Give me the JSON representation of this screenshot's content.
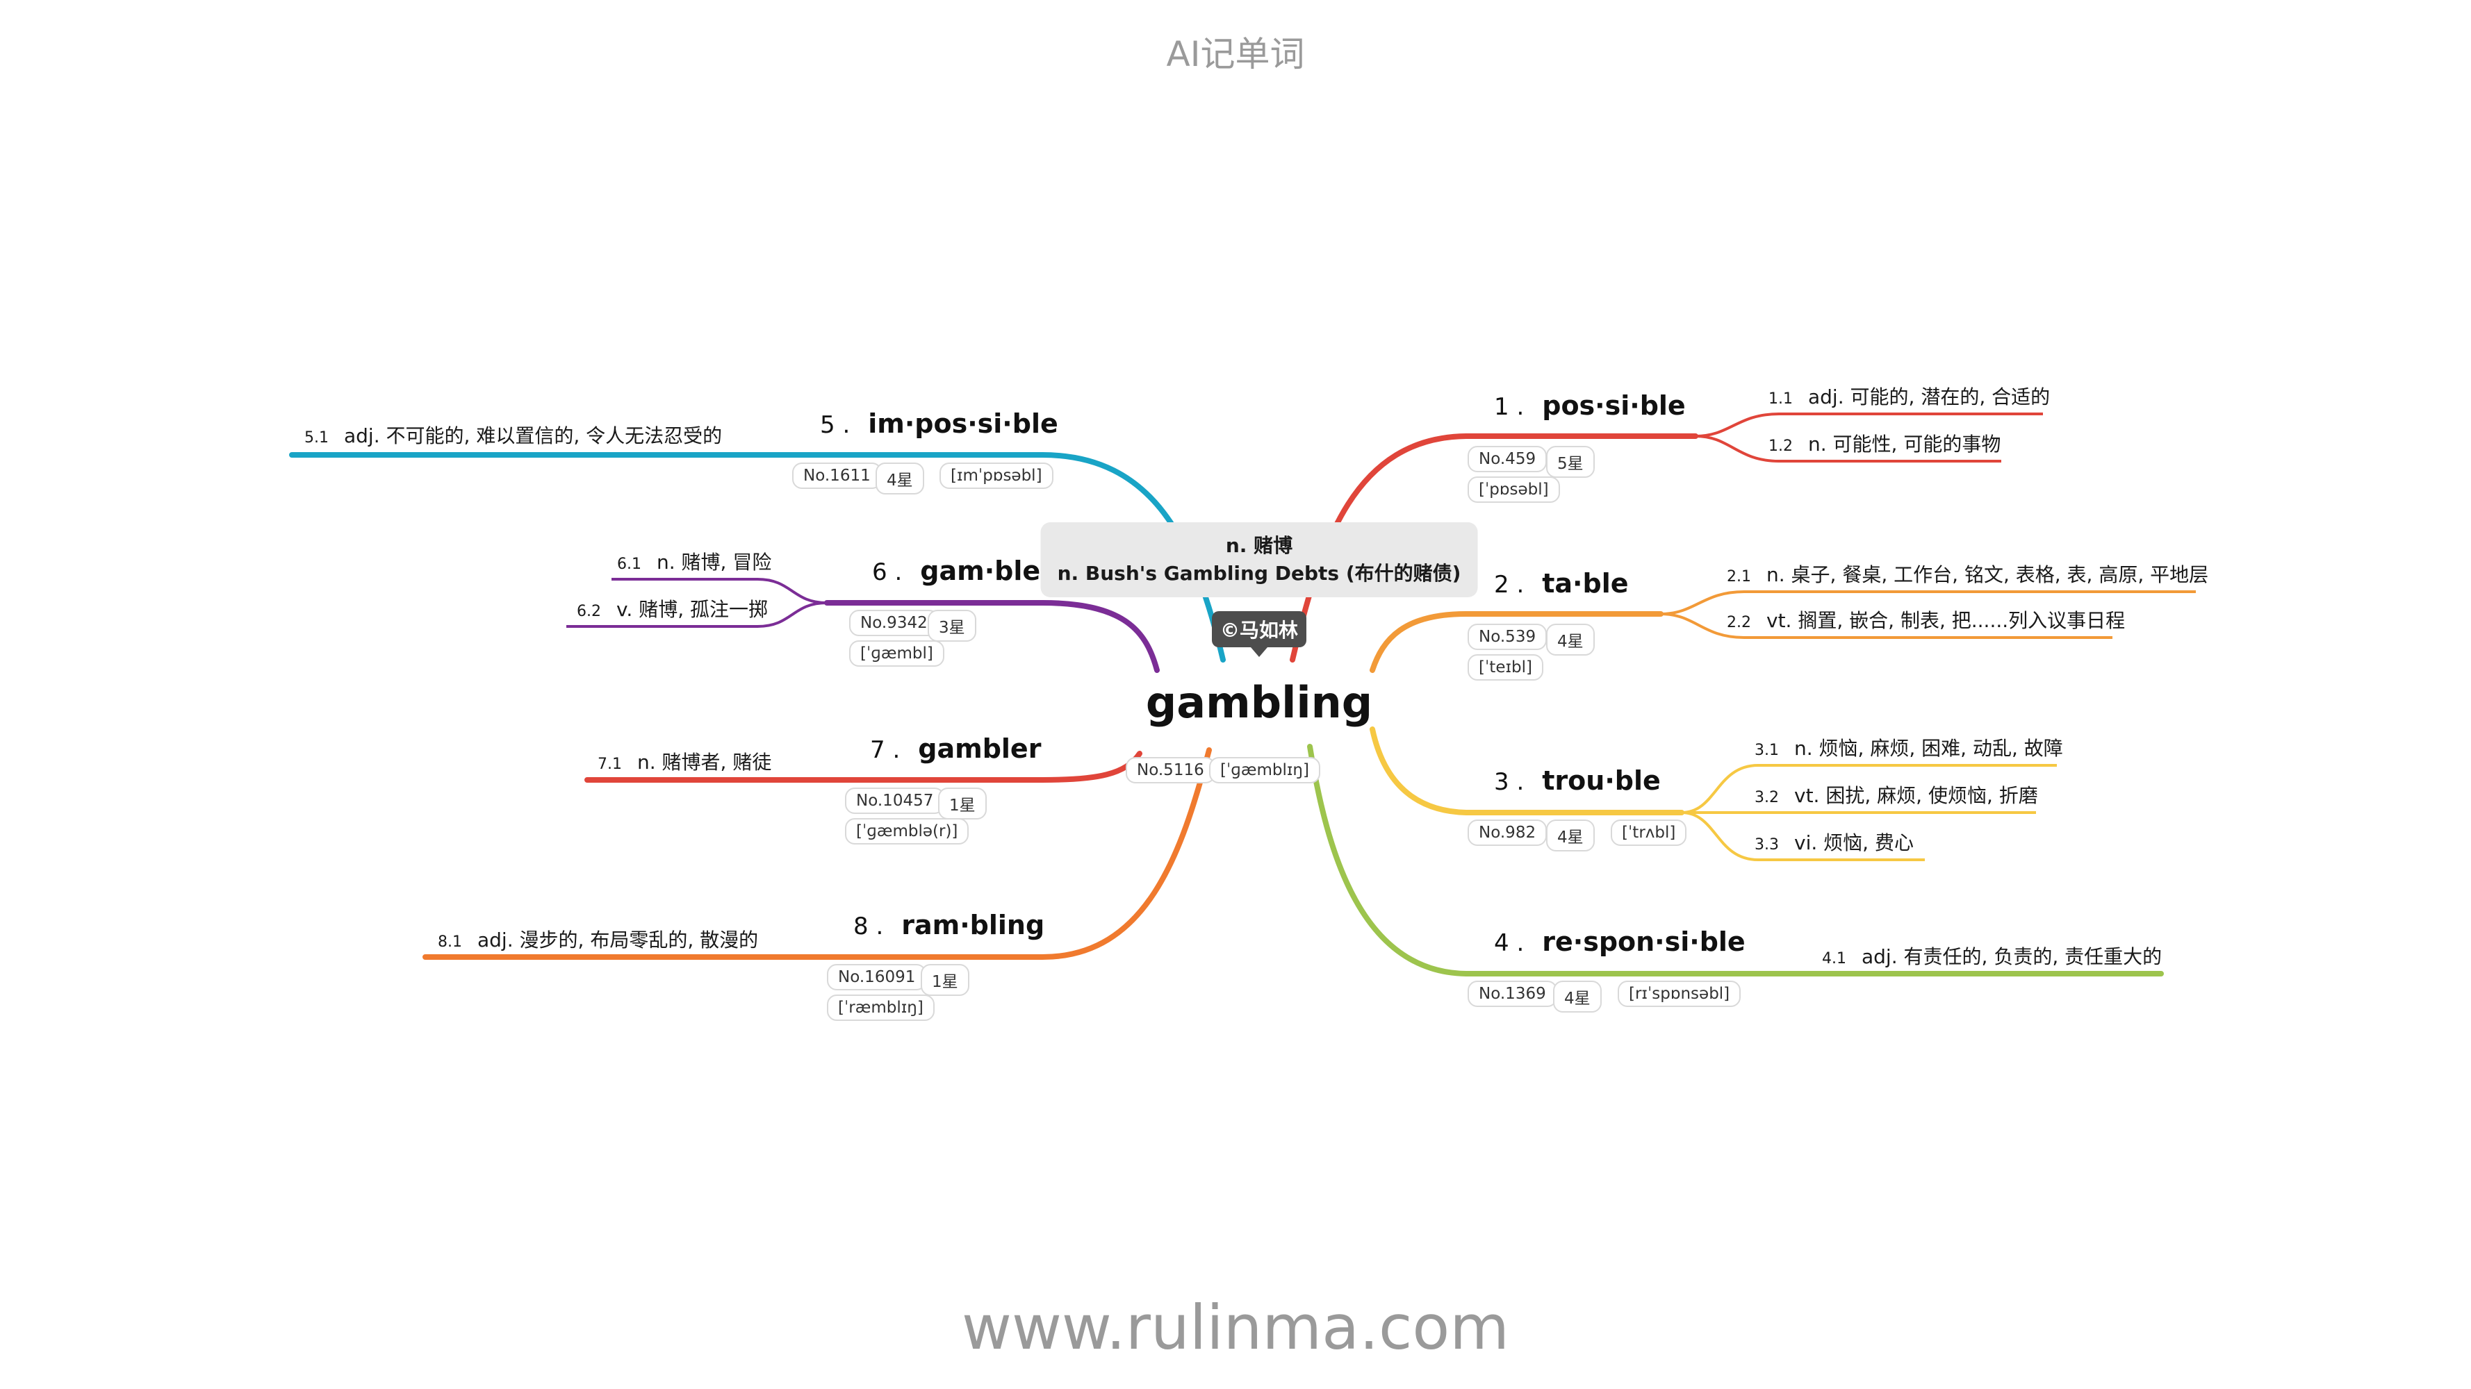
{
  "header": {
    "title": "AI记单词"
  },
  "footer": {
    "url": "www.rulinma.com"
  },
  "center": {
    "word": "gambling",
    "meaning_cn": "n. 赌博",
    "meaning_en": "n. Bush's Gambling Debts (布什的赌债)",
    "copyright": "©马如林",
    "rank": "No.5116",
    "phonetic": "[ˈɡæmblɪŋ]"
  },
  "colors": {
    "red": "#e0453a",
    "orange": "#f29a38",
    "yellow": "#f6c843",
    "green": "#9dc44d",
    "cyan": "#19a4c6",
    "purple": "#7b2d96",
    "orange2": "#f07a2e"
  },
  "branches": [
    {
      "num": "1 .",
      "word": "pos·si·ble",
      "rank": "No.459",
      "stars": "5星",
      "phonetic": "[ˈpɒsəbl]",
      "color": "#e0453a",
      "defs": [
        {
          "idx": "1.1",
          "text": "adj. 可能的, 潜在的, 合适的"
        },
        {
          "idx": "1.2",
          "text": "n. 可能性, 可能的事物"
        }
      ]
    },
    {
      "num": "2 .",
      "word": "ta·ble",
      "rank": "No.539",
      "stars": "4星",
      "phonetic": "[ˈteɪbl]",
      "color": "#f29a38",
      "defs": [
        {
          "idx": "2.1",
          "text": "n. 桌子, 餐桌, 工作台, 铭文, 表格, 表, 高原, 平地层"
        },
        {
          "idx": "2.2",
          "text": "vt. 搁置, 嵌合, 制表, 把......列入议事日程"
        }
      ]
    },
    {
      "num": "3 .",
      "word": "trou·ble",
      "rank": "No.982",
      "stars": "4星",
      "phonetic": "[ˈtrʌbl]",
      "color": "#f6c843",
      "defs": [
        {
          "idx": "3.1",
          "text": "n. 烦恼, 麻烦, 困难, 动乱, 故障"
        },
        {
          "idx": "3.2",
          "text": "vt. 困扰, 麻烦, 使烦恼, 折磨"
        },
        {
          "idx": "3.3",
          "text": "vi. 烦恼, 费心"
        }
      ]
    },
    {
      "num": "4 .",
      "word": "re·spon·si·ble",
      "rank": "No.1369",
      "stars": "4星",
      "phonetic": "[rɪˈspɒnsəbl]",
      "color": "#9dc44d",
      "defs": [
        {
          "idx": "4.1",
          "text": "adj. 有责任的, 负责的, 责任重大的"
        }
      ]
    },
    {
      "num": "5 .",
      "word": "im·pos·si·ble",
      "rank": "No.1611",
      "stars": "4星",
      "phonetic": "[ɪmˈpɒsəbl]",
      "color": "#19a4c6",
      "defs": [
        {
          "idx": "5.1",
          "text": "adj. 不可能的, 难以置信的, 令人无法忍受的"
        }
      ]
    },
    {
      "num": "6 .",
      "word": "gam·ble",
      "rank": "No.9342",
      "stars": "3星",
      "phonetic": "[ˈɡæmbl]",
      "color": "#7b2d96",
      "defs": [
        {
          "idx": "6.1",
          "text": "n. 赌博, 冒险"
        },
        {
          "idx": "6.2",
          "text": "v. 赌博, 孤注一掷"
        }
      ]
    },
    {
      "num": "7 .",
      "word": "gambler",
      "rank": "No.10457",
      "stars": "1星",
      "phonetic": "[ˈɡæmblə(r)]",
      "color": "#e0453a",
      "defs": [
        {
          "idx": "7.1",
          "text": "n. 赌博者, 赌徒"
        }
      ]
    },
    {
      "num": "8 .",
      "word": "ram·bling",
      "rank": "No.16091",
      "stars": "1星",
      "phonetic": "[ˈræmblɪŋ]",
      "color": "#f07a2e",
      "defs": [
        {
          "idx": "8.1",
          "text": "adj. 漫步的, 布局零乱的, 散漫的"
        }
      ]
    }
  ]
}
